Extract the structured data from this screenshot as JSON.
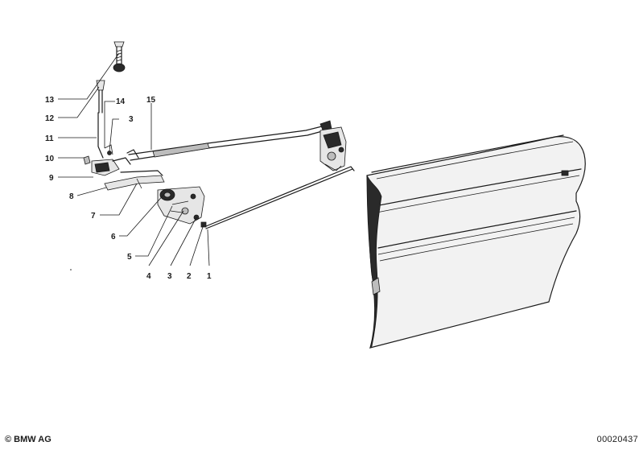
{
  "diagram": {
    "callouts": [
      "13",
      "12",
      "11",
      "10",
      "9",
      "8",
      "7",
      "6",
      "5",
      "4",
      "3",
      "2",
      "1",
      "14",
      "3",
      "15"
    ]
  },
  "footer": {
    "copyright": "© BMW AG",
    "doc_number": "00020437"
  }
}
